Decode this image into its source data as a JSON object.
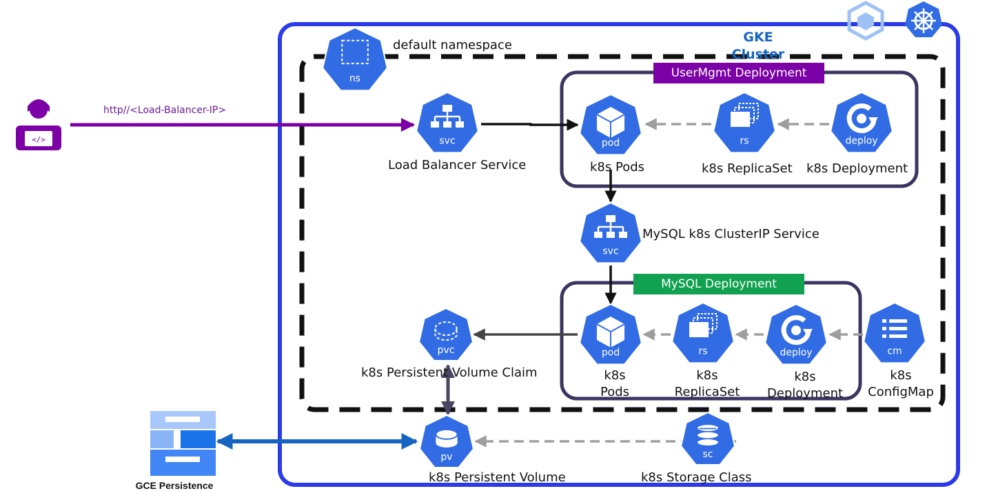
{
  "cluster": {
    "title": "GKE Cluster"
  },
  "namespace": {
    "label": "default namespace",
    "icon": "ns"
  },
  "client": {
    "url": "http//<Load-Balancer-IP>"
  },
  "gce": {
    "label": "GCE Persistence"
  },
  "usermgmt": {
    "title": "UserMgmt Deployment",
    "pod": {
      "icon": "pod",
      "label": "k8s Pods"
    },
    "replicaset": {
      "icon": "rs",
      "label": "k8s ReplicaSet"
    },
    "deployment": {
      "icon": "deploy",
      "label": "k8s Deployment"
    }
  },
  "lb_service": {
    "icon": "svc",
    "label": "Load Balancer Service"
  },
  "mysql_service": {
    "icon": "svc",
    "label": "MySQL k8s ClusterIP Service"
  },
  "mysql": {
    "title": "MySQL Deployment",
    "pod": {
      "icon": "pod",
      "label1": "k8s",
      "label2": "Pods"
    },
    "replicaset": {
      "icon": "rs",
      "label1": "k8s",
      "label2": "ReplicaSet"
    },
    "deployment": {
      "icon": "deploy",
      "label1": "k8s",
      "label2": "Deployment"
    },
    "configmap": {
      "icon": "cm",
      "label1": "k8s",
      "label2": "ConfigMap"
    }
  },
  "pvc": {
    "icon": "pvc",
    "label": "k8s Persistent Volume Claim"
  },
  "pv": {
    "icon": "pv",
    "label": "k8s Persistent Volume"
  },
  "storage_class": {
    "icon": "sc",
    "label": "k8s Storage Class"
  },
  "colors": {
    "k8s_blue": "#326ce5",
    "cluster_border": "#2b3be8",
    "purple": "#7b00a5",
    "green": "#12a150",
    "deploy_box": "#3b3561",
    "gce_blue": "#1a73e8",
    "link_blue": "#1565c0"
  },
  "icons": [
    "gke-icon",
    "kubernetes-helm-icon",
    "developer-icon",
    "gce-persistence-icon"
  ]
}
